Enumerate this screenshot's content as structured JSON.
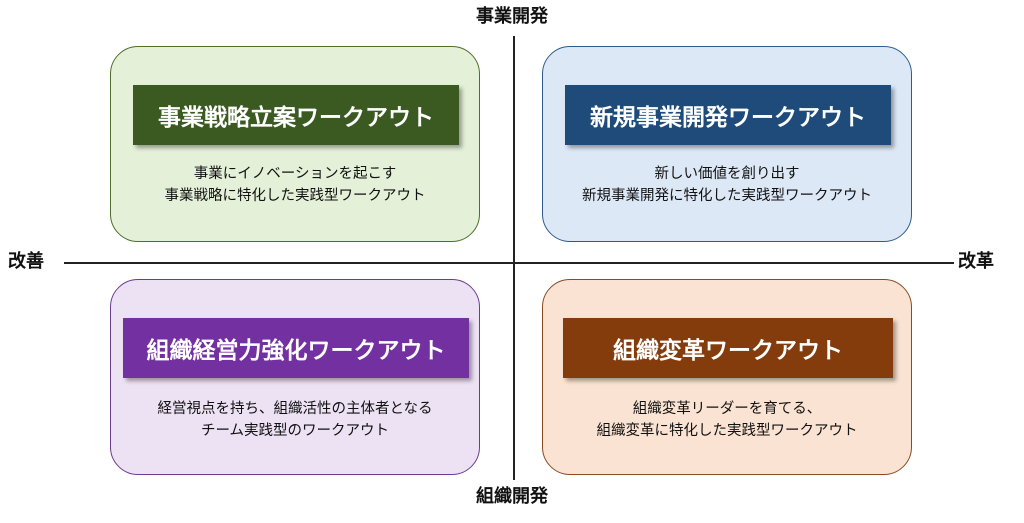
{
  "axes": {
    "top": "事業開発",
    "bottom": "組織開発",
    "left": "改善",
    "right": "改革"
  },
  "quadrants": {
    "top_left": {
      "title": "事業戦略立案ワークアウト",
      "desc_line1": "事業にイノベーションを起こす",
      "desc_line2": "事業戦略に特化した実践型ワークアウト",
      "title_color": "#3b5a22",
      "bg_color": "#e4f0d8"
    },
    "top_right": {
      "title": "新規事業開発ワークアウト",
      "desc_line1": "新しい価値を創り出す",
      "desc_line2": "新規事業開発に特化した実践型ワークアウト",
      "title_color": "#1f4b7a",
      "bg_color": "#dde8f6"
    },
    "bottom_left": {
      "title": "組織経営力強化ワークアウト",
      "desc_line1": "経営視点を持ち、組織活性の主体者となる",
      "desc_line2": "チーム実践型のワークアウト",
      "title_color": "#7230a0",
      "bg_color": "#ece2f4"
    },
    "bottom_right": {
      "title": "組織変革ワークアウト",
      "desc_line1": "組織変革リーダーを育てる、",
      "desc_line2": "組織変革に特化した実践型ワークアウト",
      "title_color": "#843c0c",
      "bg_color": "#fae3d2"
    }
  }
}
